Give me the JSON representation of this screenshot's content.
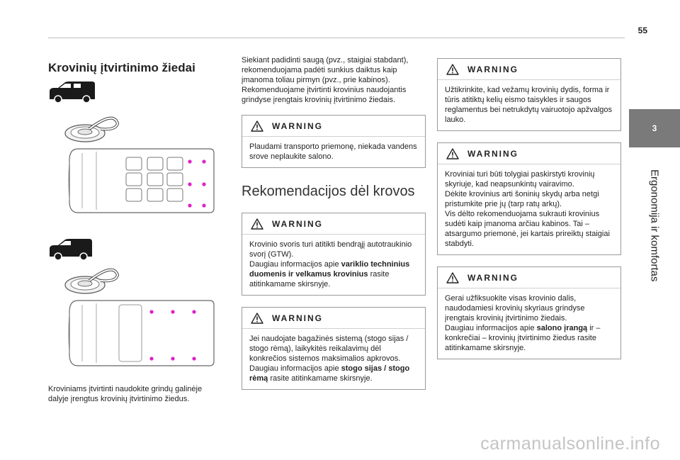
{
  "page_number": "55",
  "side": {
    "chapter_number": "3",
    "chapter_title": "Ergonomija ir komfortas"
  },
  "col1": {
    "title": "Krovinių įtvirtinimo žiedai",
    "caption": "Kroviniams įtvirtinti naudokite grindų galinėje dalyje įrengtus krovinių įtvirtinimo žiedus."
  },
  "col2": {
    "intro": "Siekiant padidinti saugą (pvz., staigiai stabdant), rekomenduojama padėti sunkius daiktus kaip įmanoma toliau pirmyn (pvz., prie kabinos). Rekomenduojame įtvirtinti krovinius naudojantis grindyse įrengtais krovinių įtvirtinimo žiedais.",
    "warning1": {
      "title": "WARNING",
      "text": "Plaudami transporto priemonę, niekada vandens srove neplaukite salono."
    },
    "subtitle": "Rekomendacijos dėl krovos",
    "warning2": {
      "title": "WARNING",
      "text_a": "Krovinio svoris turi atitikti bendrąjį autotraukinio svorį (GTW).",
      "text_b": "Daugiau informacijos apie ",
      "bold": "variklio techninius duomenis ir velkamus krovinius",
      "text_c": " rasite atitinkamame skirsnyje."
    },
    "warning3": {
      "title": "WARNING",
      "text_a": "Jei naudojate bagažinės sistemą (stogo sijas / stogo rėmą), laikykitės reikalavimų dėl konkrečios sistemos maksimalios apkrovos.",
      "text_b": "Daugiau informacijos apie ",
      "bold": "stogo sijas / stogo rėmą",
      "text_c": " rasite atitinkamame skirsnyje."
    }
  },
  "col3": {
    "warning4": {
      "title": "WARNING",
      "text": "Užtikrinkite, kad vežamų krovinių dydis, forma ir tūris atitiktų kelių eismo taisykles ir saugos reglamentus bei netrukdytų vairuotojo apžvalgos lauko."
    },
    "warning5": {
      "title": "WARNING",
      "line1": "Kroviniai turi būti tolygiai paskirstyti krovinių skyriuje, kad neapsunkintų vairavimo.",
      "line2": "Dėkite krovinius arti šoninių skydų arba netgi pristumkite prie jų (tarp ratų arkų).",
      "line3": "Vis dėlto rekomenduojama sukrauti krovinius sudėti kaip įmanoma arčiau kabinos. Tai – atsargumo priemonė, jei kartais prireiktų staigiai stabdyti."
    },
    "warning6": {
      "title": "WARNING",
      "text_a": "Gerai užfiksuokite visas krovinio dalis, naudodamiesi krovinių skyriaus grindyse įrengtais krovinių įtvirtinimo žiedais.",
      "text_b": "Daugiau informacijos apie ",
      "bold": "salono įrangą",
      "text_c": " ir – konkrečiai – krovinių įtvirtinimo žiedus rasite atitinkamame skirsnyje."
    }
  },
  "watermark": "carmanualsonline.info",
  "colors": {
    "ring_marker": "#e020c8",
    "side_tab": "#7a7a7a",
    "rule": "#bdbdbd"
  }
}
